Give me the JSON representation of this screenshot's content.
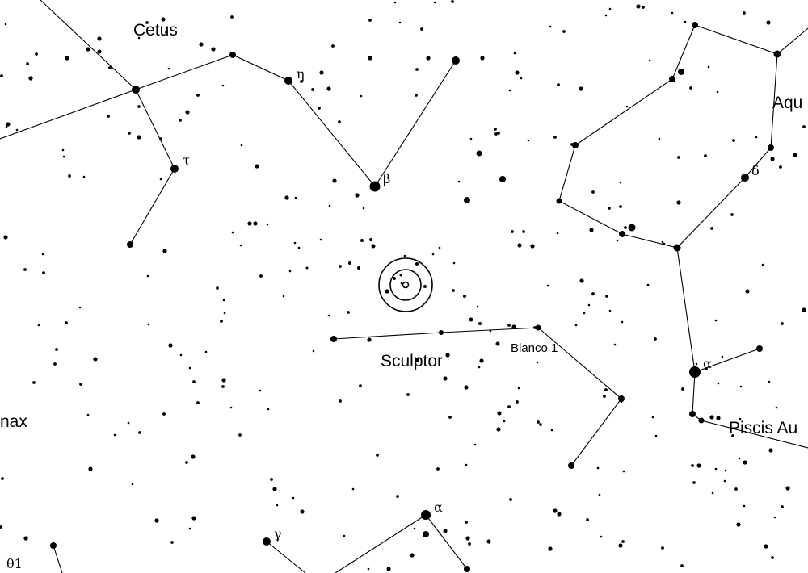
{
  "chart": {
    "background": "#ffffff",
    "ink": "#000000",
    "constellations": [
      "Cetus",
      "Aqu",
      "Sculptor",
      "nax",
      "Piscis Au"
    ],
    "object_label": "Blanco 1",
    "star_labels": [
      "η",
      "τ",
      "β",
      "δ",
      "α",
      "α",
      "γ",
      "θ1"
    ]
  }
}
